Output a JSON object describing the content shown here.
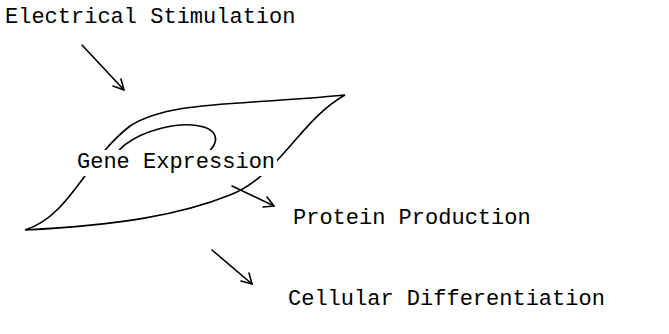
{
  "diagram": {
    "nodes": [
      {
        "text": [
          "Gene Expression"
        ]
      }
    ],
    "labels": [
      "Electrical Stimulation",
      "Protein Production",
      "Cellular Differentiation"
    ]
  }
}
